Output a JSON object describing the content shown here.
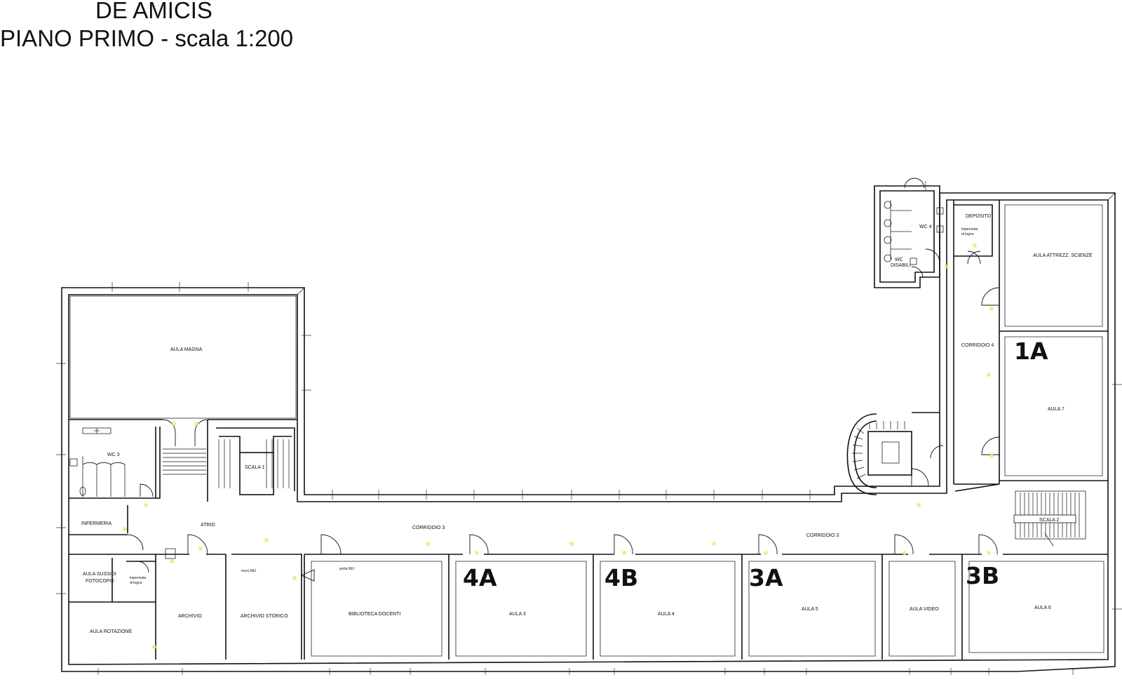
{
  "title": {
    "line1": "DE AMICIS",
    "line2": "PIANO PRIMO - scala 1:200"
  },
  "rooms": {
    "aula_magna": "AULA MAGNA",
    "wc3": "WC 3",
    "scala1": "SCALA 1",
    "infermeria": "INFERMERIA",
    "atrio": "ATRIO",
    "corridoio3_left": "CORRIDOIO 3",
    "corridoio3_right": "CORRIDOIO 3",
    "aula_sussidi_1": "AULA SUSSIDI",
    "aula_sussidi_2": "FOTOCOPIE",
    "impennata_1a": "impennata",
    "impennata_1b": "di legno",
    "aula_rotazione": "AULA ROTAZIONE",
    "archivio": "ARCHIVIO",
    "archivio_storico": "ARCHIVIO STORICO",
    "muro_rei": "muro REI",
    "porta_rei": "porta REI",
    "biblioteca": "BIBLIOTECA DOCENTI",
    "aula3": "AULA 3",
    "aula4": "AULA 4",
    "aula5": "AULA 5",
    "aula_video": "AULA VIDEO",
    "aula6": "AULA 6",
    "scala2": "SCALA 2",
    "corridoio4": "CORRIDOIO 4",
    "aula7": "AULA 7",
    "aula_scienze": "AULA ATTREZZ. SCIENZE",
    "deposito": "DEPOSITO",
    "impennata_2a": "impennata",
    "impennata_2b": "di legno",
    "wc4": "WC 4",
    "wc_disabili_1": "WC",
    "wc_disabili_2": "DISABILI"
  },
  "classes": {
    "c1A": "1A",
    "c4A": "4A",
    "c4B": "4B",
    "c3A": "3A",
    "c3B": "3B"
  },
  "colors": {
    "wall": "#111111",
    "marker": "#f2e66b"
  }
}
